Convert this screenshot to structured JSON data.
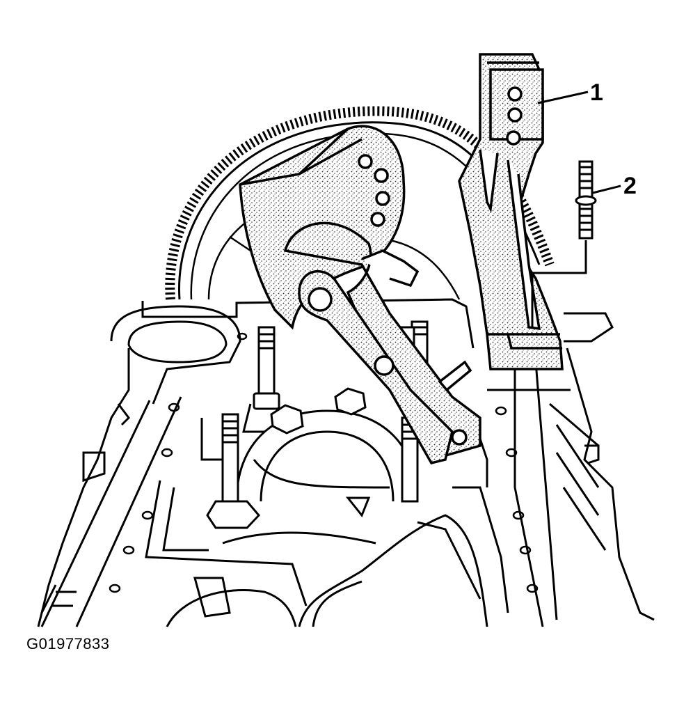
{
  "figure_id": "G01977833",
  "callouts": [
    {
      "label": "1",
      "part": "tool-bracket"
    },
    {
      "label": "2",
      "part": "bolt"
    }
  ],
  "colors": {
    "ink": "#000000",
    "paper": "#ffffff",
    "stipple": "#444444"
  }
}
